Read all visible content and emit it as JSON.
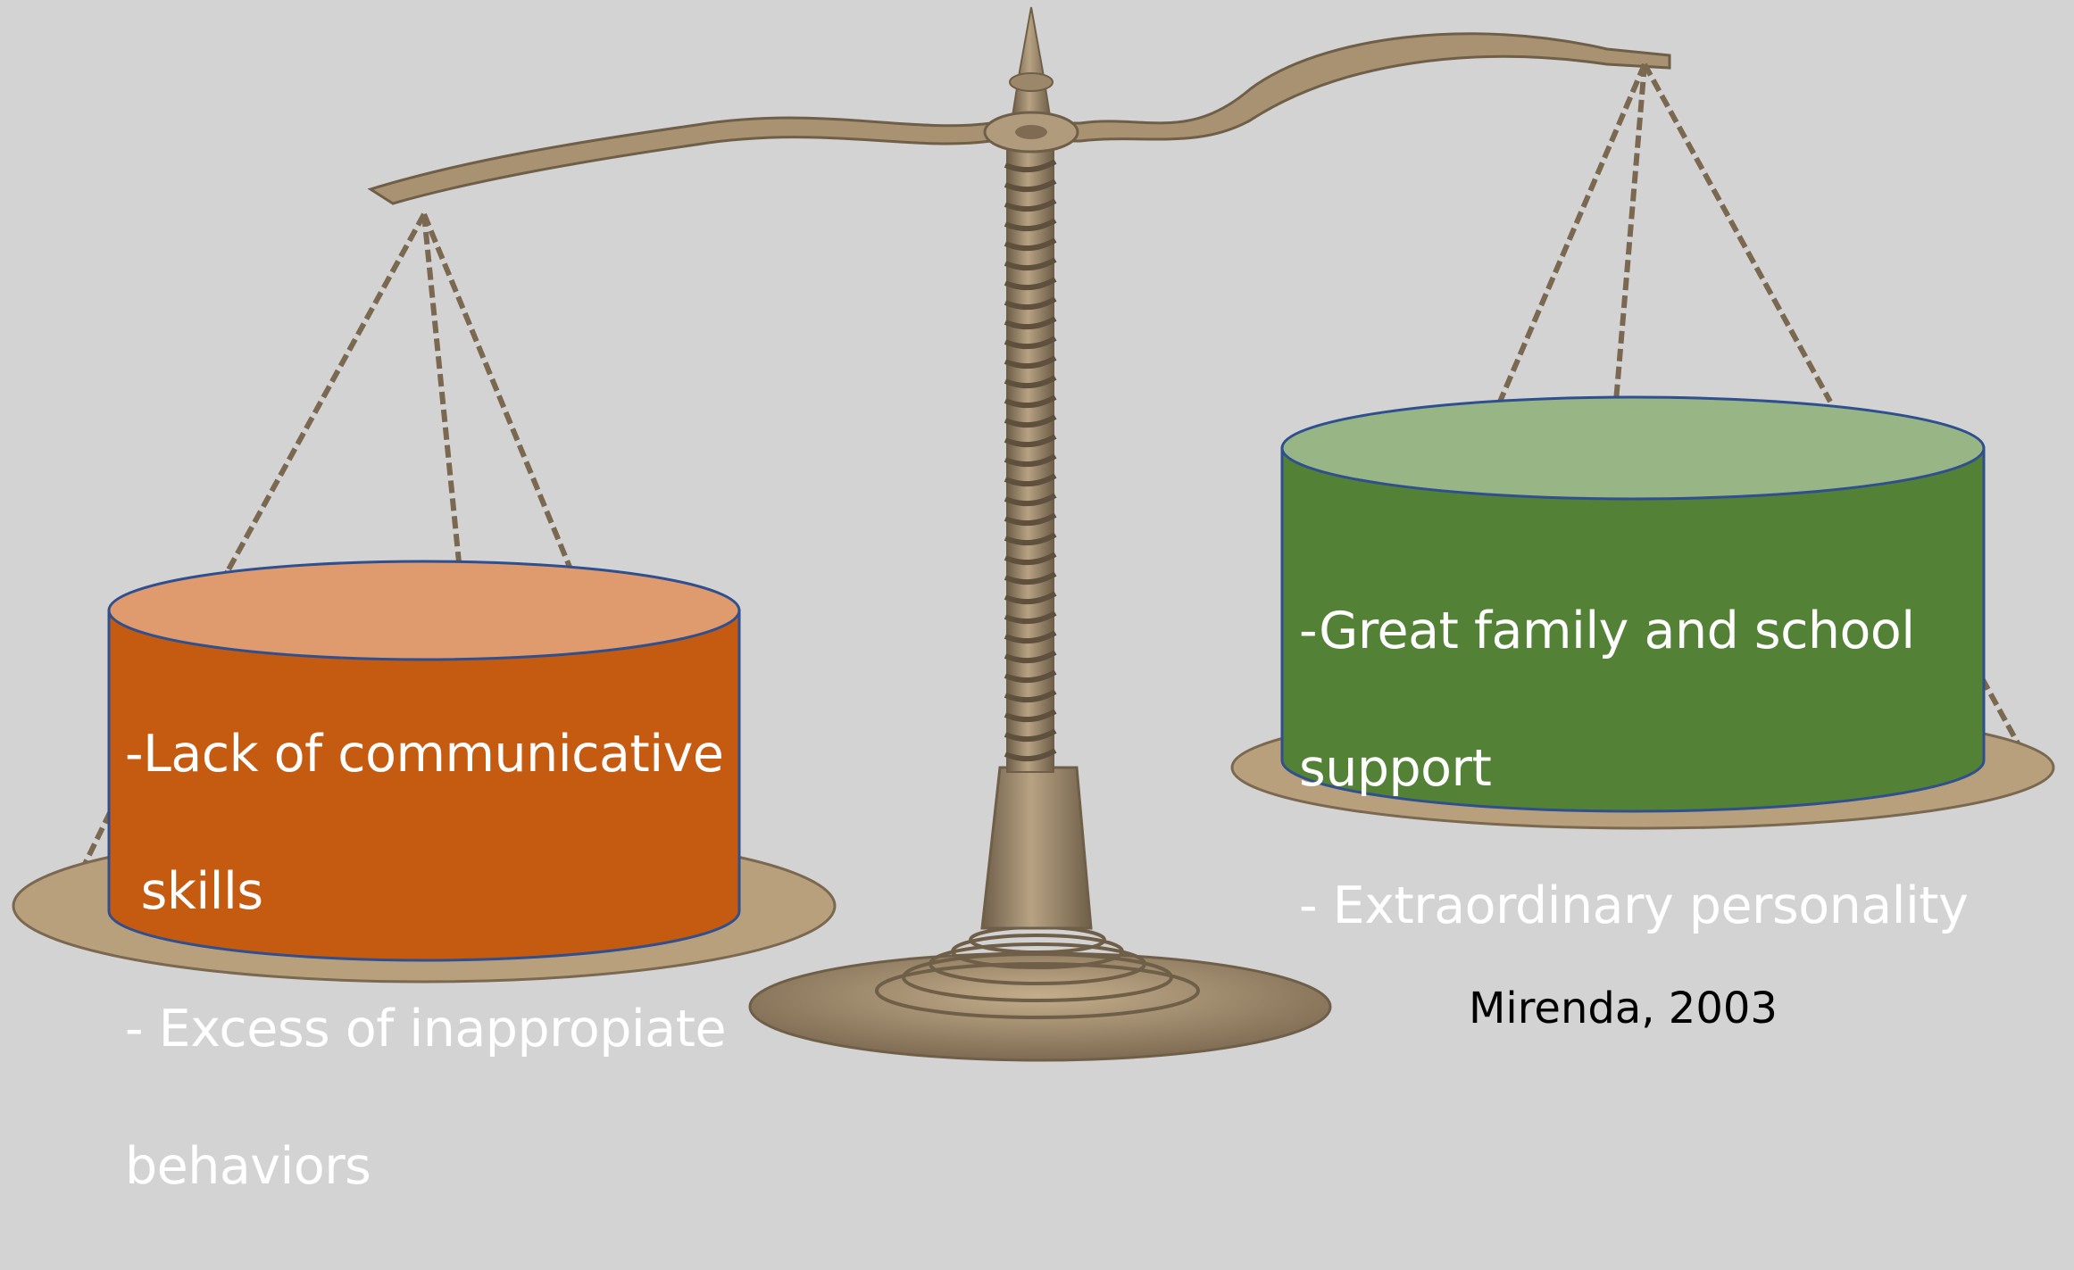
{
  "left_pan": {
    "label_lines": [
      "-Lack of communicative",
      " skills",
      "- Excess of inappropiate",
      "behaviors"
    ],
    "side_color": "#c55a11",
    "top_color": "#df9a6e"
  },
  "right_pan": {
    "label_lines": [
      "-Great family and school",
      "support",
      "- Extraordinary personality"
    ],
    "side_color": "#538135",
    "top_color": "#98b585"
  },
  "citation": "Mirenda, 2003",
  "colors": {
    "background": "#d3d3d3",
    "metal": "#a08b6d",
    "metal_dark": "#6f5f49",
    "cylinder_outline": "#2f4f8f"
  },
  "icons": [
    "balance-scale-icon"
  ]
}
